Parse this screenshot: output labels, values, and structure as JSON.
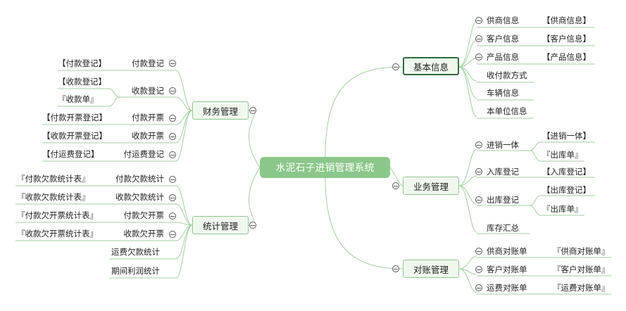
{
  "root": "水泥石子进销管理系统",
  "right": [
    {
      "label": "基本信息",
      "children": [
        {
          "label": "供商信息",
          "tag": "【供商信息】"
        },
        {
          "label": "客户信息",
          "tag": "【客户信息】"
        },
        {
          "label": "产品信息",
          "tag": "【产品信息】"
        },
        {
          "label": "收付款方式"
        },
        {
          "label": "车辆信息"
        },
        {
          "label": "本单位信息"
        }
      ]
    },
    {
      "label": "业务管理",
      "children": [
        {
          "label": "进销一体",
          "tags": [
            "【进销一体】",
            "『出库单』"
          ]
        },
        {
          "label": "入库登记",
          "tag": "【入库登记】"
        },
        {
          "label": "出库登记",
          "tags": [
            "【出库登记】",
            "『出库单』"
          ]
        },
        {
          "label": "库存汇总"
        }
      ]
    },
    {
      "label": "对账管理",
      "children": [
        {
          "label": "供商对账单",
          "tag": "『供商对账单』"
        },
        {
          "label": "客户对账单",
          "tag": "『客户对账单』"
        },
        {
          "label": "运费对账单",
          "tag": "『运费对账单』"
        }
      ]
    }
  ],
  "left": [
    {
      "label": "财务管理",
      "children": [
        {
          "label": "付款登记",
          "tag": "【付款登记】"
        },
        {
          "label": "收款登记",
          "tags": [
            "【收款登记】",
            "『收款单』"
          ]
        },
        {
          "label": "付款开票",
          "tag": "【付款开票登记】"
        },
        {
          "label": "收款开票",
          "tag": "【收款开票登记】"
        },
        {
          "label": "付运费登记",
          "tag": "【付运费登记】"
        }
      ]
    },
    {
      "label": "统计管理",
      "children": [
        {
          "label": "付款欠款统计",
          "tag": "『付款欠款统计表』"
        },
        {
          "label": "收款欠款统计",
          "tag": "『收款欠款统计表』"
        },
        {
          "label": "付款欠开票",
          "tag": "『付款欠开票统计表』"
        },
        {
          "label": "收款欠开票",
          "tag": "『收款欠开票统计表』"
        },
        {
          "label": "运费欠款统计"
        },
        {
          "label": "期间利润统计"
        }
      ]
    }
  ]
}
